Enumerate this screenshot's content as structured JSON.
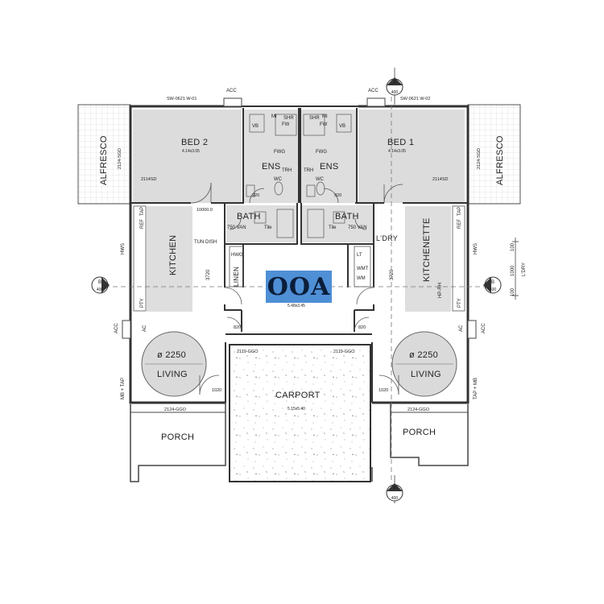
{
  "plan": {
    "overlay_label": "OOA",
    "rooms": {
      "alfresco_left": "ALFRESCO",
      "alfresco_right": "ALFRESCO",
      "bed2": "BED 2",
      "bed2_size": "4.14x3.05",
      "bed1": "BED 1",
      "bed1_size": "4.14x3.05",
      "ens_left": "ENS",
      "ens_right": "ENS",
      "bath_left": "BATH",
      "bath_right": "BATH",
      "kitchen": "KITCHEN",
      "kitchenette": "KITCHENETTE",
      "ldry": "L'DRY",
      "media_size": "5.48x3.45",
      "linen": "LINEN",
      "living_left": "LIVING",
      "living_right": "LIVING",
      "carport": "CARPORT",
      "carport_size": "5.15x5.40",
      "porch_left": "PORCH",
      "porch_right": "PORCH"
    },
    "circles": {
      "left": "ø 2250",
      "right": "ø 2250"
    },
    "windows": {
      "top_left": "SW-0621 W-01",
      "top_right": "SW-0621 W-02",
      "alfresco_left_dim": "2124-SGD",
      "alfresco_right_dim": "2124-SGD",
      "bed2_door": "2114SD",
      "bed1_door": "2114SD",
      "carport_left": "2119-GGO",
      "carport_right": "2119-GGO",
      "porch_left": "2124-GGO",
      "porch_right": "2124-GGO",
      "ldry_right_dim": "1000",
      "door_820_left": "820",
      "door_820_right": "820",
      "door_920_left": "920",
      "door_920_right": "920",
      "door_1020_left": "1020",
      "door_1020_right": "1020",
      "wall_10000": "10000.0"
    },
    "fixtures": {
      "vb_left": "VB",
      "vb_right": "VB",
      "mi_left": "MI",
      "mi_right": "MI",
      "shr_left": "SHR",
      "shr_right": "SHR",
      "fw_left": "FW",
      "fw_right": "FW",
      "fwg_left": "FWG",
      "fwg_right": "FWG",
      "trh_left": "TRH",
      "trh_right": "TRH",
      "wc_left": "WC",
      "wc_right": "WC",
      "tile_left": "Tile",
      "tile_right": "Tile",
      "van_left": "750 VAN",
      "van_right": "750 VAN",
      "ref_left": "REF",
      "ref_right": "REF",
      "tap_left": "TAP",
      "tap_right": "TAP",
      "hws_left": "HWS",
      "hws_right": "HWS",
      "pty_left": "PTY",
      "pty_right": "PTY",
      "ac_left": "AC",
      "ac_right": "AC",
      "acc_top_left": "ACC",
      "acc_top_right": "ACC",
      "acc_left": "ACC",
      "acc_right": "ACC",
      "tun_dish": "TUN DISH",
      "mb_tap": "MB + TAP",
      "tap_mb": "TAP + MB",
      "lt": "LT",
      "wmt": "WMT",
      "wm": "WM",
      "hwg": "HWG",
      "hp_rh": "HP-RH",
      "dim_3720_left": "3720",
      "dim_3720_right": "3720",
      "dim_100_a": "100",
      "dim_100_b": "100",
      "dim_1000_ldry": "1000",
      "ldry_side": "L'DRY"
    },
    "section_marks": {
      "top": "A",
      "top_num": "400",
      "bottom": "A",
      "bottom_num": "400",
      "left": "B",
      "left_num": "400",
      "right": "B",
      "right_num": "400"
    }
  }
}
